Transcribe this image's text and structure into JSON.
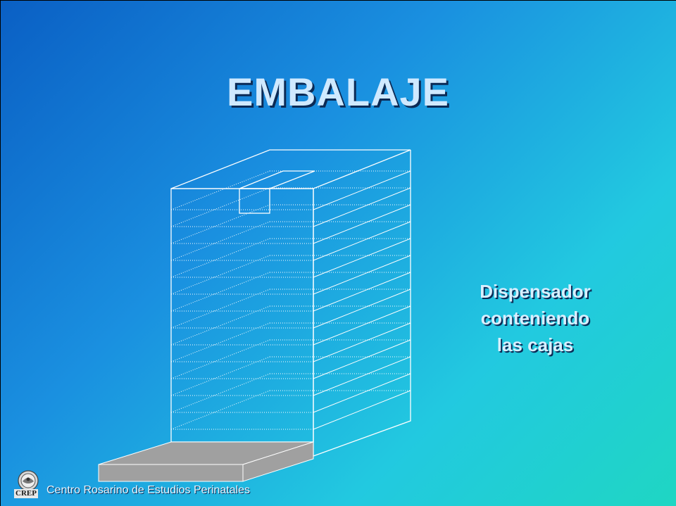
{
  "slide": {
    "title": "EMBALAJE",
    "caption_lines": [
      "Dispensador",
      "conteniendo",
      "las cajas"
    ],
    "footer": {
      "logo_text": "CREP",
      "organization": "Centro Rosarino de Estudios Perinatales"
    }
  },
  "colors": {
    "gradient_start": "#0a5fc4",
    "gradient_end": "#1fd6c3",
    "title_text": "#cfe9ff",
    "drawing_lines": "#ffffff",
    "tray_fill": "#a0a0a0"
  },
  "icons": {
    "logo": "crep-seal-icon",
    "illustration": "box-dispenser-illustration"
  }
}
